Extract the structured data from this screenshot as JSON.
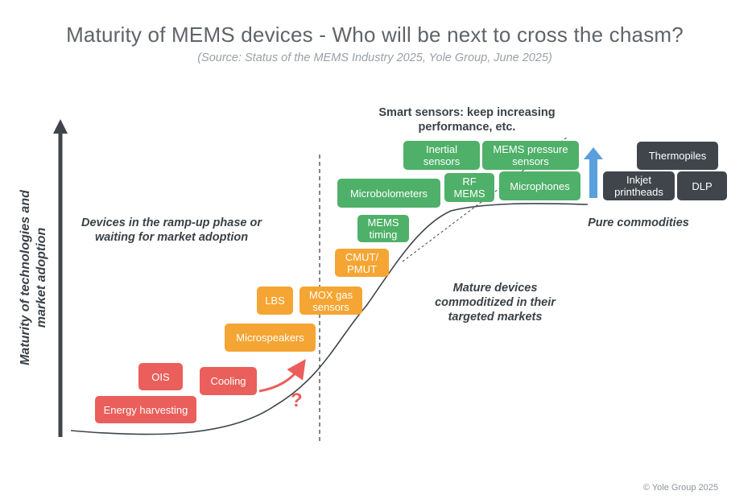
{
  "title": "Maturity of MEMS devices - Who will be next to cross the chasm?",
  "source": "(Source: Status of the MEMS Industry 2025, Yole Group, June 2025)",
  "y_axis_label": "Maturity of technologies and market adoption",
  "captions": {
    "ramp_up": "Devices in the ramp-up phase or waiting for market adoption",
    "smart_sensors": "Smart sensors: keep increasing performance, etc.",
    "mature": "Mature devices commoditized in their targeted markets",
    "commodities": "Pure commodities"
  },
  "question_mark": "?",
  "copyright": "© Yole Group 2025",
  "colors": {
    "ramp_up_red": "#ea5f5b",
    "ramp_up_orange": "#f5a533",
    "mature_green": "#4fb069",
    "commodity_dark": "#3f454a",
    "arrow_blue": "#5aa0dc"
  },
  "devices": {
    "energy_harvesting": "Energy harvesting",
    "ois": "OIS",
    "cooling": "Cooling",
    "microspeakers": "Microspeakers",
    "lbs": "LBS",
    "mox_gas_sensors": "MOX gas sensors",
    "cmut_pmut": "CMUT/ PMUT",
    "mems_timing": "MEMS timing",
    "microbolometers": "Microbolometers",
    "rf_mems": "RF MEMS",
    "inertial_sensors": "Inertial sensors",
    "mems_pressure_sensors": "MEMS pressure sensors",
    "microphones": "Microphones",
    "thermopiles": "Thermopiles",
    "inkjet_printheads": "Inkjet printheads",
    "dlp": "DLP"
  }
}
